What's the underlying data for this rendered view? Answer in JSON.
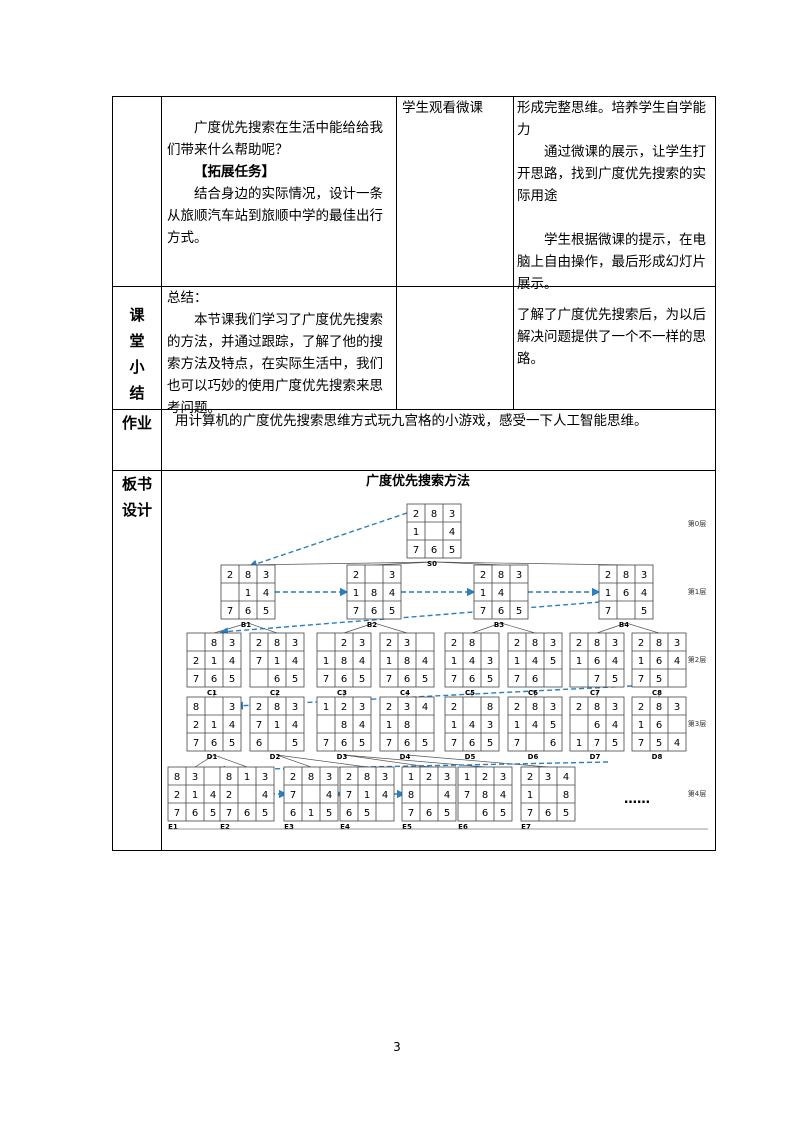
{
  "row1": {
    "col2": [
      "广度优先搜索在生活中能给给我们带来什么帮助呢？",
      "【拓展任务】",
      "结合身边的实际情况，设计一条从旅顺汽车站到旅顺中学的最佳出行方式。"
    ],
    "col3": "学生观看微课",
    "col4": [
      "形成完整思维。培养学生自学能力",
      "通过微课的展示，让学生打开思路，找到广度优先搜索的实际用途",
      "学生根据微课的提示，在电脑上自由操作，最后形成幻灯片展示。"
    ]
  },
  "row2": {
    "head": [
      "课",
      "堂",
      "小",
      "结"
    ],
    "col2_title": "总结：",
    "col2_body": "本节课我们学习了广度优先搜索的方法，并通过跟踪，了解了他的搜索方法及特点，在实际生活中，我们也可以巧妙的使用广度优先搜索来思考问题。",
    "col4": "了解了广度优先搜索后，为以后解决问题提供了一个不一样的思路。"
  },
  "row3": {
    "head": "作业",
    "content": "用计算机的广度优先搜索思维方式玩九宫格的小游戏，感受一下人工智能思维。"
  },
  "row4": {
    "head": [
      "板书",
      "设计"
    ],
    "diagram": {
      "title": "广度优先搜索方法",
      "levels": [
        "第0层",
        "第1层",
        "第2层",
        "第3层",
        "第4层"
      ],
      "ellipsis": "……",
      "nodes": [
        {
          "label": "S0",
          "cells": [
            "2",
            "8",
            "3",
            "1",
            "",
            "4",
            "7",
            "6",
            "5"
          ]
        },
        {
          "label": "B1",
          "cells": [
            "2",
            "8",
            "3",
            "",
            "1",
            "4",
            "7",
            "6",
            "5"
          ]
        },
        {
          "label": "B2",
          "cells": [
            "2",
            "",
            "3",
            "1",
            "8",
            "4",
            "7",
            "6",
            "5"
          ]
        },
        {
          "label": "B3",
          "cells": [
            "2",
            "8",
            "3",
            "1",
            "4",
            "",
            "7",
            "6",
            "5"
          ]
        },
        {
          "label": "B4",
          "cells": [
            "2",
            "8",
            "3",
            "1",
            "6",
            "4",
            "7",
            "",
            "5"
          ]
        },
        {
          "label": "C1",
          "cells": [
            "",
            "8",
            "3",
            "2",
            "1",
            "4",
            "7",
            "6",
            "5"
          ]
        },
        {
          "label": "C2",
          "cells": [
            "2",
            "8",
            "3",
            "7",
            "1",
            "4",
            "",
            "6",
            "5"
          ]
        },
        {
          "label": "C3",
          "cells": [
            "",
            "2",
            "3",
            "1",
            "8",
            "4",
            "7",
            "6",
            "5"
          ]
        },
        {
          "label": "C4",
          "cells": [
            "2",
            "3",
            "",
            "1",
            "8",
            "4",
            "7",
            "6",
            "5"
          ]
        },
        {
          "label": "C5",
          "cells": [
            "2",
            "8",
            "",
            "1",
            "4",
            "3",
            "7",
            "6",
            "5"
          ]
        },
        {
          "label": "C6",
          "cells": [
            "2",
            "8",
            "3",
            "1",
            "4",
            "5",
            "7",
            "6",
            ""
          ]
        },
        {
          "label": "C7",
          "cells": [
            "2",
            "8",
            "3",
            "1",
            "6",
            "4",
            "",
            "7",
            "5"
          ]
        },
        {
          "label": "C8",
          "cells": [
            "2",
            "8",
            "3",
            "1",
            "6",
            "4",
            "7",
            "5",
            ""
          ]
        },
        {
          "label": "D1",
          "cells": [
            "8",
            "",
            "3",
            "2",
            "1",
            "4",
            "7",
            "6",
            "5"
          ]
        },
        {
          "label": "D2",
          "cells": [
            "2",
            "8",
            "3",
            "7",
            "1",
            "4",
            "6",
            "",
            "5"
          ]
        },
        {
          "label": "D3",
          "cells": [
            "1",
            "2",
            "3",
            "",
            "8",
            "4",
            "7",
            "6",
            "5"
          ]
        },
        {
          "label": "D4",
          "cells": [
            "2",
            "3",
            "4",
            "1",
            "8",
            "",
            "7",
            "6",
            "5"
          ]
        },
        {
          "label": "D5",
          "cells": [
            "2",
            "",
            "8",
            "1",
            "4",
            "3",
            "7",
            "6",
            "5"
          ]
        },
        {
          "label": "D6",
          "cells": [
            "2",
            "8",
            "3",
            "1",
            "4",
            "5",
            "7",
            "",
            "6"
          ]
        },
        {
          "label": "D7",
          "cells": [
            "2",
            "8",
            "3",
            "",
            "6",
            "4",
            "1",
            "7",
            "5"
          ]
        },
        {
          "label": "D8",
          "cells": [
            "2",
            "8",
            "3",
            "1",
            "6",
            "",
            "7",
            "5",
            "4"
          ]
        },
        {
          "label": "E1",
          "cells": [
            "8",
            "3",
            "",
            "2",
            "1",
            "4",
            "7",
            "6",
            "5"
          ]
        },
        {
          "label": "E2",
          "cells": [
            "8",
            "1",
            "3",
            "2",
            "",
            "4",
            "7",
            "6",
            "5"
          ]
        },
        {
          "label": "E3",
          "cells": [
            "2",
            "8",
            "3",
            "7",
            "",
            "4",
            "6",
            "1",
            "5"
          ]
        },
        {
          "label": "E4",
          "cells": [
            "2",
            "8",
            "3",
            "7",
            "1",
            "4",
            "6",
            "5",
            ""
          ]
        },
        {
          "label": "E5",
          "cells": [
            "1",
            "2",
            "3",
            "8",
            "",
            "4",
            "7",
            "6",
            "5"
          ]
        },
        {
          "label": "E6",
          "cells": [
            "1",
            "2",
            "3",
            "7",
            "8",
            "4",
            "",
            "6",
            "5"
          ]
        },
        {
          "label": "E7",
          "cells": [
            "2",
            "3",
            "4",
            "1",
            "",
            "8",
            "7",
            "6",
            "5"
          ]
        }
      ]
    }
  },
  "page_number": "3"
}
